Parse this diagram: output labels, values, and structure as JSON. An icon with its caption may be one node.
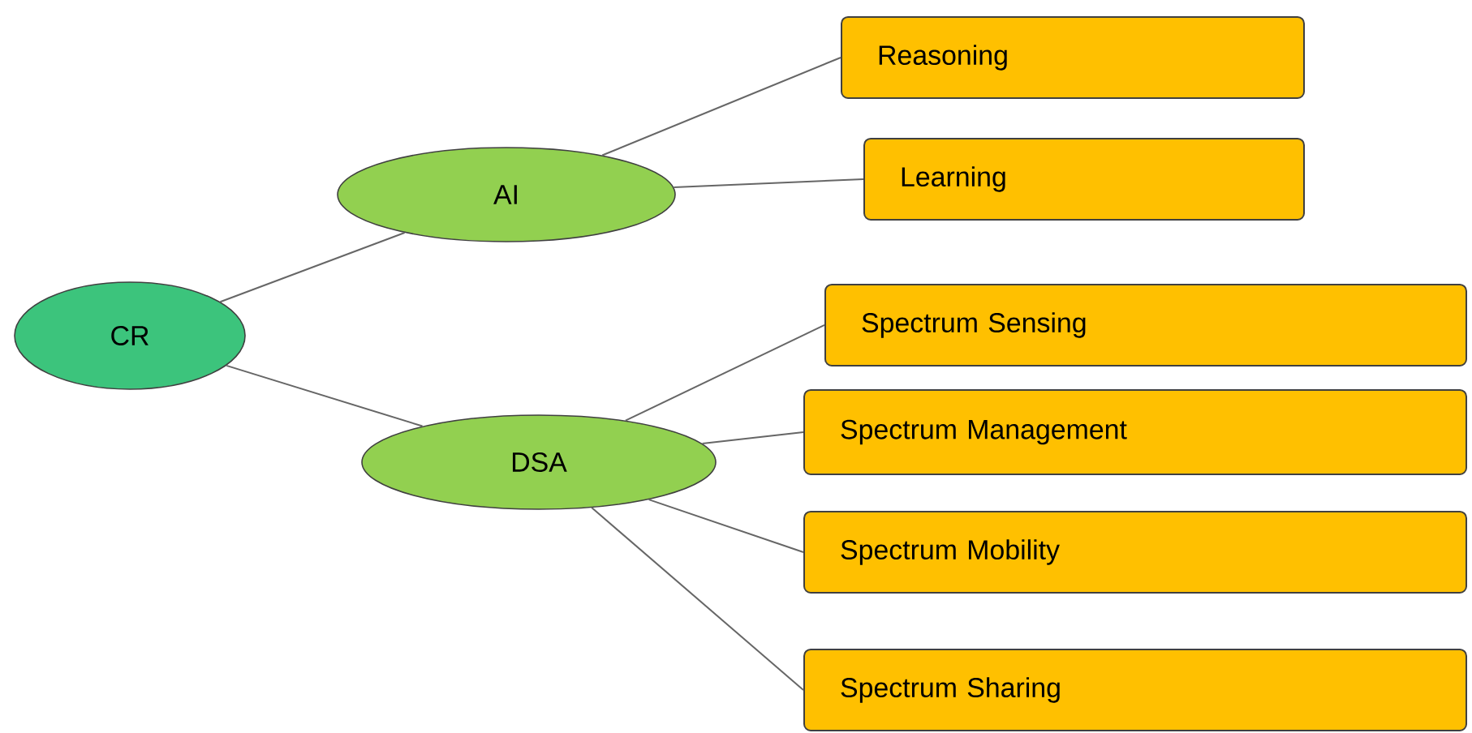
{
  "diagram": {
    "nodes": [
      {
        "text": [
          "CR"
        ]
      },
      {
        "text": [
          "AI"
        ]
      },
      {
        "text": [
          "DSA"
        ]
      },
      {
        "text": [
          "Reasoning"
        ]
      },
      {
        "text": [
          "Learning"
        ]
      },
      {
        "text": [
          "Spectrum Sensing"
        ]
      },
      {
        "text": [
          "Spectrum Management"
        ]
      },
      {
        "text": [
          "Spectrum Mobility"
        ]
      },
      {
        "text": [
          "Spectrum Sharing"
        ]
      }
    ],
    "edges": [
      {
        "from": 0,
        "to": 1,
        "arrow": "none"
      },
      {
        "from": 0,
        "to": 2,
        "arrow": "none"
      },
      {
        "from": 1,
        "to": 3,
        "arrow": "none"
      },
      {
        "from": 1,
        "to": 4,
        "arrow": "none"
      },
      {
        "from": 2,
        "to": 5,
        "arrow": "none"
      },
      {
        "from": 2,
        "to": 6,
        "arrow": "none"
      },
      {
        "from": 2,
        "to": 7,
        "arrow": "none"
      },
      {
        "from": 2,
        "to": 8,
        "arrow": "none"
      }
    ]
  }
}
